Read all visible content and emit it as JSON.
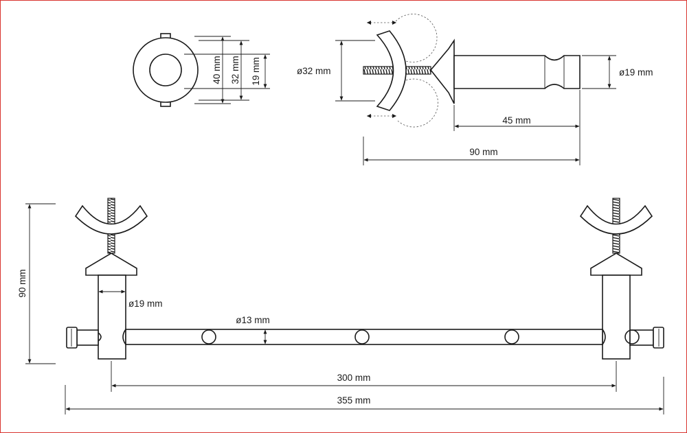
{
  "dimensions": {
    "flange_outer": "40 mm",
    "flange_inner": "32 mm",
    "post_small": "19 mm",
    "clamp_diameter": "ø32 mm",
    "post_diameter_side": "ø19 mm",
    "post_length": "45 mm",
    "total_depth": "90 mm",
    "height": "90 mm",
    "post_diameter_front": "ø19 mm",
    "bar_diameter": "ø13 mm",
    "bar_length": "300 mm",
    "total_length": "355 mm"
  },
  "colors": {
    "frame_border": "#d9332e",
    "line": "#1a1a1a"
  }
}
